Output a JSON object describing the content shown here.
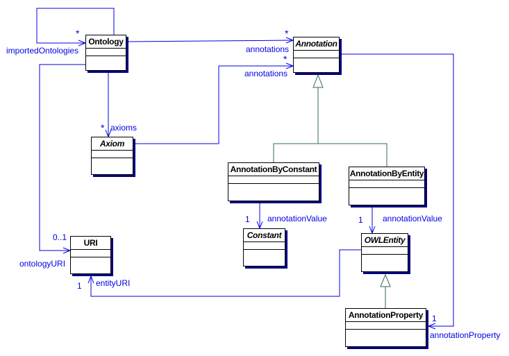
{
  "diagram_type": "uml-class-diagram",
  "colors": {
    "background": "#ffffff",
    "association_line": "#0000e0",
    "label_text": "#0000e0",
    "generalization_line": "#336666",
    "class_border": "#000000",
    "class_fill": "#ffffff",
    "class_shadow": "#000080",
    "class_title_text": "#000000"
  },
  "classes": [
    {
      "name": "Ontology",
      "abstract": false
    },
    {
      "name": "Annotation",
      "abstract": true
    },
    {
      "name": "Axiom",
      "abstract": true
    },
    {
      "name": "AnnotationByConstant",
      "abstract": false
    },
    {
      "name": "AnnotationByEntity",
      "abstract": false
    },
    {
      "name": "Constant",
      "abstract": true
    },
    {
      "name": "OWLEntity",
      "abstract": true
    },
    {
      "name": "URI",
      "abstract": false
    },
    {
      "name": "AnnotationProperty",
      "abstract": false
    }
  ],
  "associations": [
    {
      "role": "importedOntologies",
      "multiplicity": "*",
      "from": "Ontology",
      "to": "Ontology"
    },
    {
      "role": "annotations",
      "multiplicity": "*",
      "from": "Ontology",
      "to": "Annotation"
    },
    {
      "role": "annotations",
      "multiplicity": "*",
      "from": "Axiom",
      "to": "Annotation"
    },
    {
      "role": "axioms",
      "multiplicity": "*",
      "from": "Ontology",
      "to": "Axiom"
    },
    {
      "role": "ontologyURI",
      "multiplicity": "0..1",
      "from": "Ontology",
      "to": "URI"
    },
    {
      "role": "entityURI",
      "multiplicity": "1",
      "from": "OWLEntity",
      "to": "URI"
    },
    {
      "role": "annotationValue",
      "multiplicity": "1",
      "from": "AnnotationByConstant",
      "to": "Constant"
    },
    {
      "role": "annotationValue",
      "multiplicity": "1",
      "from": "AnnotationByEntity",
      "to": "OWLEntity"
    },
    {
      "role": "annotationProperty",
      "multiplicity": "1",
      "from": "Annotation",
      "to": "AnnotationProperty"
    }
  ],
  "generalizations": [
    {
      "from": "AnnotationByConstant",
      "to": "Annotation"
    },
    {
      "from": "AnnotationByEntity",
      "to": "Annotation"
    },
    {
      "from": "AnnotationProperty",
      "to": "OWLEntity"
    }
  ]
}
